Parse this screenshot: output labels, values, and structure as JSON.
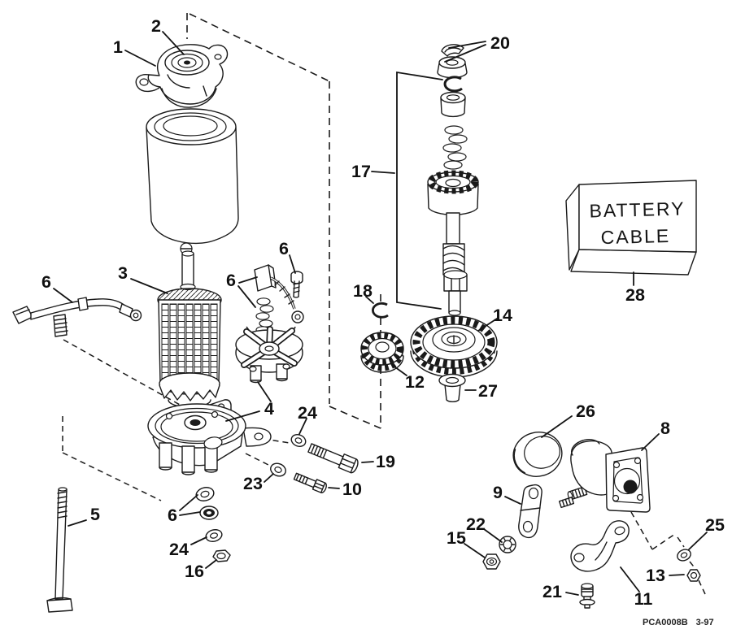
{
  "callouts": {
    "c1": "1",
    "c2": "2",
    "c3": "3",
    "c4": "4",
    "c5": "5",
    "c6_wire": "6",
    "c6_brush": "6",
    "c6_screw": "6",
    "c6_washer": "6",
    "c8": "8",
    "c9": "9",
    "c10": "10",
    "c11": "11",
    "c12": "12",
    "c13": "13",
    "c14": "14",
    "c15": "15",
    "c16": "16",
    "c17": "17",
    "c18": "18",
    "c19": "19",
    "c20": "20",
    "c21": "21",
    "c22": "22",
    "c23": "23",
    "c24_upper": "24",
    "c24_lower": "24",
    "c25": "25",
    "c26": "26",
    "c27": "27",
    "c28": "28"
  },
  "battery_box": {
    "line1": "BATTERY",
    "line2": "CABLE"
  },
  "code": {
    "id": "PCA0008B",
    "date": "3-97"
  },
  "line_color": "#1a1a1a",
  "background_color": "#ffffff"
}
